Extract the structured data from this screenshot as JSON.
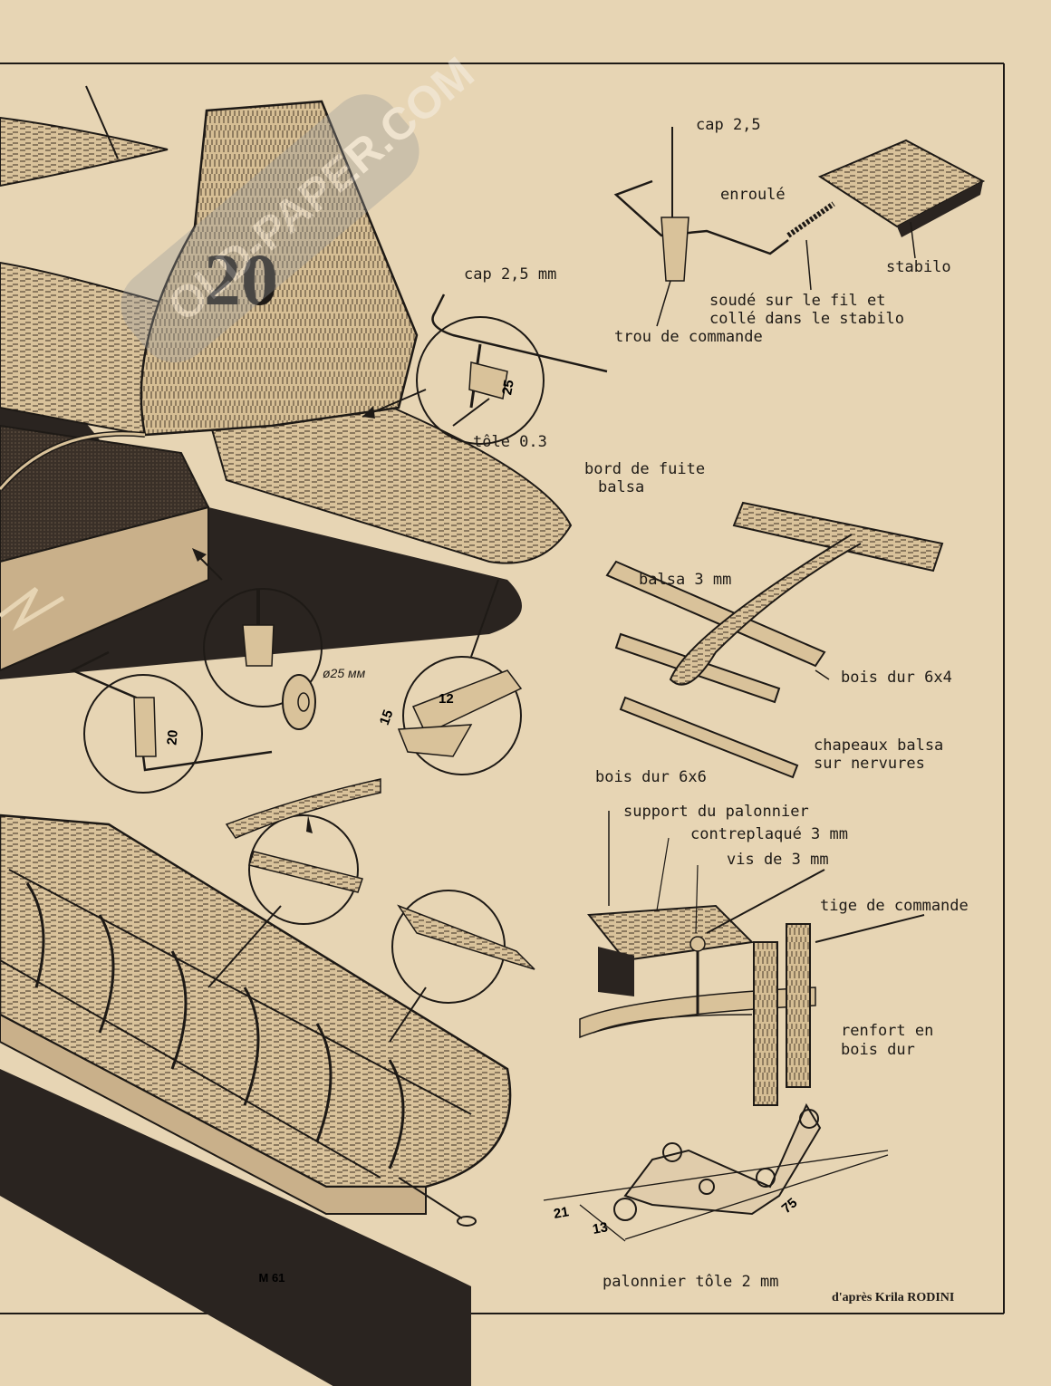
{
  "tail_number": "20",
  "watermark": "OLD-PAPER.COM",
  "labels": {
    "cap_top": "cap 2,5",
    "enroule": "enroulé",
    "stabilo": "stabilo",
    "soude_1": "soudé sur le fil et",
    "soude_2": "collé dans le stabilo",
    "trou": "trou de commande",
    "cap_mm": "cap 2,5 mm",
    "tole": "tôle 0.3",
    "bord_1": "bord de fuite",
    "bord_2": "balsa",
    "balsa3": "balsa 3 mm",
    "bois64": "bois dur 6x4",
    "chap_1": "chapeaux balsa",
    "chap_2": "sur nervures",
    "bois66": "bois dur 6x6",
    "support": "support du palonnier",
    "contre": "contreplaqué 3 mm",
    "vis": "vis de 3 mm",
    "tige": "tige de commande",
    "renfort_1": "renfort en",
    "renfort_2": "bois dur",
    "palonnier": "palonnier tôle 2 mm",
    "wheel": "ø25 мм"
  },
  "dimensions": {
    "d25": "25",
    "d20": "20",
    "d15": "15",
    "d12": "12",
    "d21": "21",
    "d13": "13",
    "d75": "75"
  },
  "page_mark": "M 61",
  "credit": {
    "prefix": "d'après",
    "author": "Krila RODINI"
  },
  "colors": {
    "paper": "#e7d5b4",
    "ink": "#1e1a16",
    "wood": "#d7bf94",
    "shadow": "#2a2420"
  }
}
